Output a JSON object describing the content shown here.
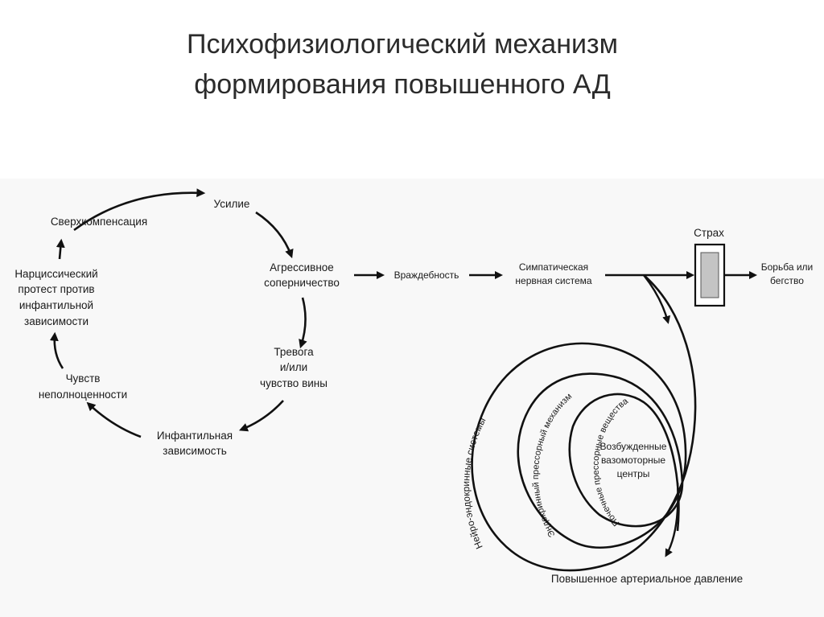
{
  "title": {
    "line1": "Психофизиологический механизм",
    "line2": "формирования повышенного АД"
  },
  "cycle": {
    "effort": "Усилие",
    "aggressive_line1": "Агрессивное",
    "aggressive_line2": "соперничество",
    "anxiety_line1": "Тревога",
    "anxiety_line2": "и/или",
    "anxiety_line3": "чувство вины",
    "infantile_dep_line1": "Инфантильная",
    "infantile_dep_line2": "зависимость",
    "inferiority_line1": "Чувств",
    "inferiority_line2": "неполноценности",
    "narcissistic_line1": "Нарциссический",
    "narcissistic_line2": "протест против",
    "narcissistic_line3": "инфантильной",
    "narcissistic_line4": "зависимости",
    "overcompensation": "Сверхкомпенсация"
  },
  "chain": {
    "hostility": "Враждебность",
    "sympathetic_line1": "Симпатическая",
    "sympathetic_line2": "нервная система",
    "fear": "Страх",
    "fight_line1": "Борьба или",
    "fight_line2": "бегство"
  },
  "spiral": {
    "outer_ring": "Нейро-эндокринные системы",
    "middle_ring": "Эндокринный прессорный механизм",
    "inner_ring": "Почечные прессорные вещества",
    "center_line1": "Возбужденные",
    "center_line2": "вазомоторные",
    "center_line3": "центры"
  },
  "result": "Повышенное артериальное давление"
}
